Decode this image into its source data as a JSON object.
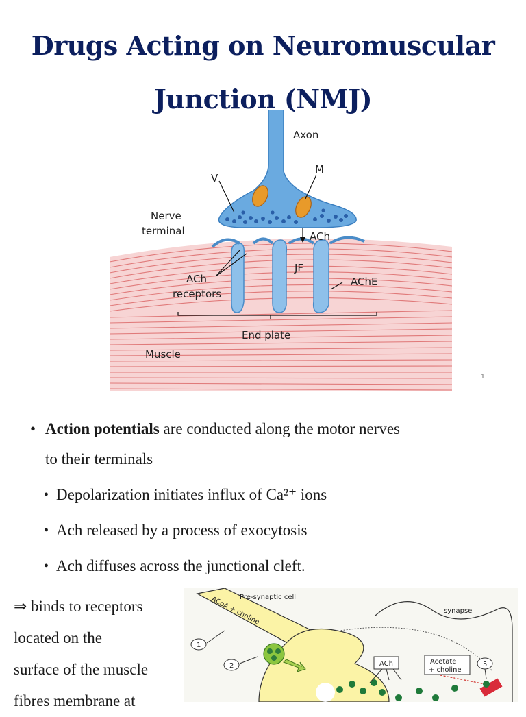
{
  "title": {
    "line1": "Drugs Acting on Neuromuscular",
    "line2": "Junction (NMJ)"
  },
  "figure1": {
    "labels": {
      "axon": "Axon",
      "v": "V",
      "m": "M",
      "nerve_terminal_1": "Nerve",
      "nerve_terminal_2": "terminal",
      "ach": "ACh",
      "jf": "JF",
      "ach_receptors_1": "ACh",
      "ach_receptors_2": "receptors",
      "ache": "AChE",
      "end_plate": "End plate",
      "muscle": "Muscle"
    },
    "colors": {
      "nerve": "#5a9fd8",
      "muscle": "#f2b8b8",
      "mitochondria": "#e89a2a"
    }
  },
  "slide_number": "1",
  "bullets": {
    "main_bold": "Action potentials",
    "main_rest": " are conducted along the motor nerves",
    "main_line2": "to their terminals",
    "sub": [
      "Depolarization initiates influx of Ca²⁺ ions",
      "Ach released by a process of exocytosis",
      "Ach diffuses across the junctional cleft."
    ]
  },
  "left_text": {
    "lines": [
      "⇒ binds to receptors",
      "located on the",
      "surface of the muscle",
      "fibres membrane at"
    ]
  },
  "figure2": {
    "labels": {
      "pre_synaptic": "Pre-synaptic cell",
      "synapse": "synapse",
      "acoa": "ACoA + choline",
      "ach": "ACh",
      "acetate_1": "Acetate",
      "acetate_2": "+ choline",
      "n1": "1",
      "n2": "2",
      "n5": "5"
    },
    "colors": {
      "cell": "#fbf3a6",
      "vesicle": "#2f7d3a"
    }
  }
}
